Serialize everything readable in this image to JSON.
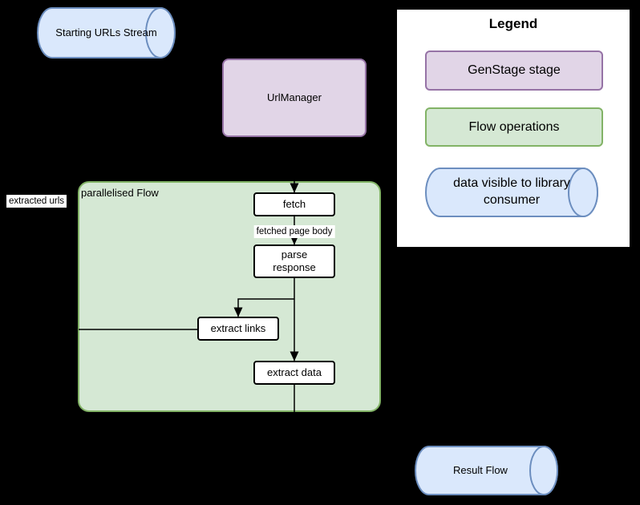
{
  "colors": {
    "background": "#000000",
    "genstage_fill": "#e1d5e7",
    "genstage_stroke": "#9673a6",
    "flow_fill": "#d5e8d4",
    "flow_stroke": "#82b366",
    "stream_fill": "#dae8fc",
    "stream_stroke": "#6c8ebf",
    "node_fill": "#ffffff",
    "node_stroke": "#000000",
    "legend_background": "#ffffff",
    "connector": "#000000"
  },
  "nodes": {
    "starting_urls": {
      "label": "Starting URLs Stream"
    },
    "url_manager": {
      "label": "UrlManager"
    },
    "flow_container": {
      "label": "parallelised Flow"
    },
    "fetch": {
      "label": "fetch"
    },
    "parse_response": {
      "label": "parse response"
    },
    "extract_links": {
      "label": "extract links"
    },
    "extract_data": {
      "label": "extract data"
    },
    "result_flow": {
      "label": "Result Flow"
    }
  },
  "edge_labels": {
    "fetched_page_body": "fetched page body",
    "extracted_urls": "extracted urls"
  },
  "legend": {
    "title": "Legend",
    "items": [
      {
        "label": "GenStage stage"
      },
      {
        "label": "Flow operations"
      },
      {
        "label": "data visible to library consumer"
      }
    ]
  }
}
